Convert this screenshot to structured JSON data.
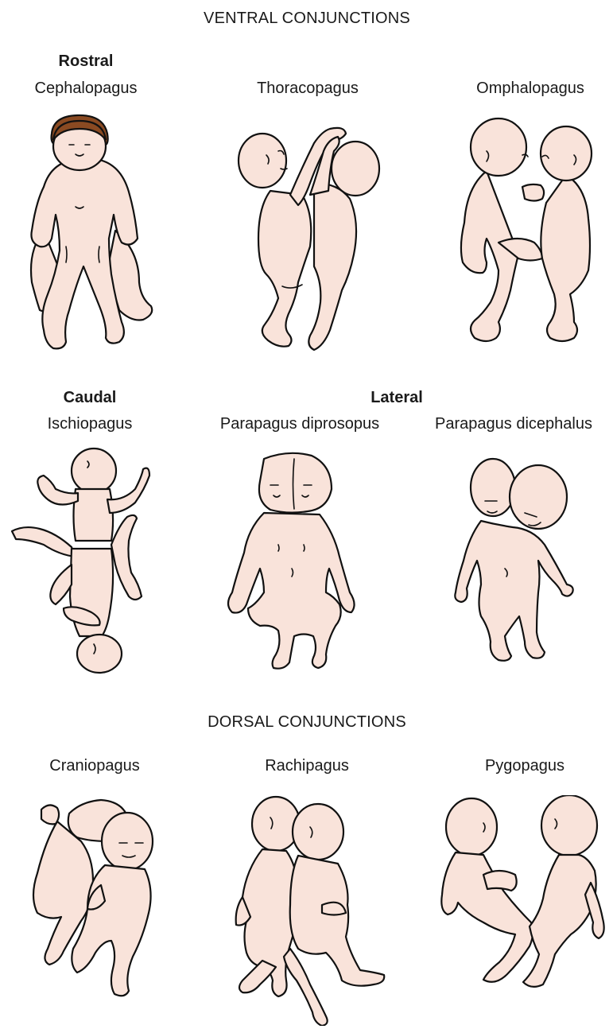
{
  "headers": {
    "ventral": "VENTRAL CONJUNCTIONS",
    "dorsal": "DORSAL CONJUNCTIONS"
  },
  "categories": {
    "rostral": "Rostral",
    "caudal": "Caudal",
    "lateral": "Lateral"
  },
  "types": {
    "cephalopagus": "Cephalopagus",
    "thoracopagus": "Thoracopagus",
    "omphalopagus": "Omphalopagus",
    "ischiopagus": "Ischiopagus",
    "parapagus_diprosopus": "Parapagus diprosopus",
    "parapagus_dicephalus": "Parapagus dicephalus",
    "craniopagus": "Craniopagus",
    "rachipagus": "Rachipagus",
    "pygopagus": "Pygopagus"
  },
  "colors": {
    "skin": "#f9e3da",
    "outline": "#111111",
    "hair": "#8a4a22"
  }
}
